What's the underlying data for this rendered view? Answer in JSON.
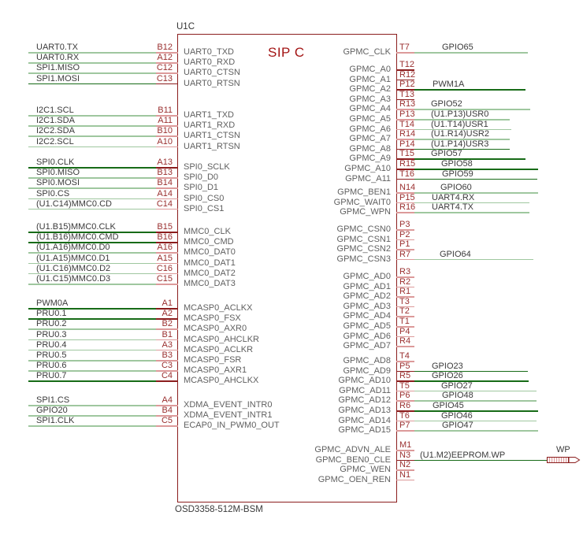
{
  "component": {
    "designator": "U1C",
    "gate_label": "SIP C",
    "part_number": "OSD3358-512M-BSM"
  },
  "offpage_flag": {
    "label": "WP"
  },
  "colors": {
    "symbol_outline": "#8b1d1d",
    "wire_light": "#9fc79f",
    "wire_dark": "#176b17",
    "stub_pale": "#dc9a9a",
    "stub_dark": "#8b1d1d",
    "pin_number_text": "#9a2f2f",
    "pin_name_text": "#5f5f5f",
    "net_label_text": "#3a3a3a",
    "gate_label_text": "#a31414"
  },
  "left_pin_groups": [
    {
      "pins": [
        {
          "name": "UART0_TXD",
          "number": "B12",
          "net": "UART0.TX"
        },
        {
          "name": "UART0_RXD",
          "number": "A12",
          "net": "UART0.RX"
        },
        {
          "name": "UART0_CTSN",
          "number": "C12",
          "net": "SPI1.MISO"
        },
        {
          "name": "UART0_RTSN",
          "number": "C13",
          "net": "SPI1.MOSI"
        }
      ]
    },
    {
      "pins": [
        {
          "name": "UART1_TXD",
          "number": "B11",
          "net": "I2C1.SCL"
        },
        {
          "name": "UART1_RXD",
          "number": "A11",
          "net": "I2C1.SDA"
        },
        {
          "name": "UART1_CTSN",
          "number": "B10",
          "net": "I2C2.SDA"
        },
        {
          "name": "UART1_RTSN",
          "number": "A10",
          "net": "I2C2.SCL"
        }
      ]
    },
    {
      "pins": [
        {
          "name": "SPI0_SCLK",
          "number": "A13",
          "net": "SPI0.CLK"
        },
        {
          "name": "SPI0_D0",
          "number": "B13",
          "net": "SPI0.MISO"
        },
        {
          "name": "SPI0_D1",
          "number": "B14",
          "net": "SPI0.MOSI"
        },
        {
          "name": "SPI0_CS0",
          "number": "A14",
          "net": "SPI0.CS"
        },
        {
          "name": "SPI0_CS1",
          "number": "C14",
          "net": "(U1.C14)MMC0.CD"
        }
      ]
    },
    {
      "pins": [
        {
          "name": "MMC0_CLK",
          "number": "B15",
          "net": "(U1.B15)MMC0.CLK"
        },
        {
          "name": "MMC0_CMD",
          "number": "B16",
          "net": "(U1.B16)MMC0.CMD"
        },
        {
          "name": "MMC0_DAT0",
          "number": "A16",
          "net": "(U1.A16)MMC0.D0"
        },
        {
          "name": "MMC0_DAT1",
          "number": "A15",
          "net": "(U1.A15)MMC0.D1"
        },
        {
          "name": "MMC0_DAT2",
          "number": "C16",
          "net": "(U1.C16)MMC0.D2"
        },
        {
          "name": "MMC0_DAT3",
          "number": "C15",
          "net": "(U1.C15)MMC0.D3"
        }
      ]
    },
    {
      "pins": [
        {
          "name": "MCASP0_ACLKX",
          "number": "A1",
          "net": "PWM0A"
        },
        {
          "name": "MCASP0_FSX",
          "number": "A2",
          "net": "PRU0.1"
        },
        {
          "name": "MCASP0_AXR0",
          "number": "B2",
          "net": "PRU0.2"
        },
        {
          "name": "MCASP0_AHCLKR",
          "number": "B1",
          "net": "PRU0.3"
        },
        {
          "name": "MCASP0_ACLKR",
          "number": "A3",
          "net": "PRU0.4"
        },
        {
          "name": "MCASP0_FSR",
          "number": "B3",
          "net": "PRU0.5"
        },
        {
          "name": "MCASP0_AXR1",
          "number": "C3",
          "net": "PRU0.6"
        },
        {
          "name": "MCASP0_AHCLKX",
          "number": "C4",
          "net": "PRU0.7"
        }
      ]
    },
    {
      "pins": [
        {
          "name": "XDMA_EVENT_INTR0",
          "number": "A4",
          "net": "SPI1.CS"
        },
        {
          "name": "XDMA_EVENT_INTR1",
          "number": "B4",
          "net": "GPIO20"
        },
        {
          "name": "ECAP0_IN_PWM0_OUT",
          "number": "C5",
          "net": "SPI1.CLK"
        }
      ]
    }
  ],
  "right_pin_groups": [
    {
      "pins": [
        {
          "name": "GPMC_CLK",
          "number": "T7",
          "net": "GPIO65"
        }
      ]
    },
    {
      "pins": [
        {
          "name": "GPMC_A0",
          "number": "T12",
          "net": null
        },
        {
          "name": "GPMC_A1",
          "number": "R12",
          "net": null
        },
        {
          "name": "GPMC_A2",
          "number": "P12",
          "net": "PWM1A"
        },
        {
          "name": "GPMC_A3",
          "number": "T13",
          "net": null
        },
        {
          "name": "GPMC_A4",
          "number": "R13",
          "net": "GPIO52"
        },
        {
          "name": "GPMC_A5",
          "number": "P13",
          "net": "(U1.P13)USR0"
        },
        {
          "name": "GPMC_A6",
          "number": "T14",
          "net": "(U1.T14)USR1"
        },
        {
          "name": "GPMC_A7",
          "number": "R14",
          "net": "(U1.R14)USR2"
        },
        {
          "name": "GPMC_A8",
          "number": "P14",
          "net": "(U1.P14)USR3"
        },
        {
          "name": "GPMC_A9",
          "number": "T15",
          "net": "GPIO57"
        },
        {
          "name": "GPMC_A10",
          "number": "R15",
          "net": "GPIO58"
        },
        {
          "name": "GPMC_A11",
          "number": "T16",
          "net": "GPIO59"
        }
      ]
    },
    {
      "pins": [
        {
          "name": "GPMC_BEN1",
          "number": "N14",
          "net": "GPIO60"
        },
        {
          "name": "GPMC_WAIT0",
          "number": "P15",
          "net": "UART4.RX"
        },
        {
          "name": "GPMC_WPN",
          "number": "R16",
          "net": "UART4.TX"
        }
      ]
    },
    {
      "pins": [
        {
          "name": "GPMC_CSN0",
          "number": "P3",
          "net": null
        },
        {
          "name": "GPMC_CSN1",
          "number": "P2",
          "net": null
        },
        {
          "name": "GPMC_CSN2",
          "number": "P1",
          "net": null
        },
        {
          "name": "GPMC_CSN3",
          "number": "R7",
          "net": "GPIO64"
        }
      ]
    },
    {
      "pins": [
        {
          "name": "GPMC_AD0",
          "number": "R3",
          "net": null
        },
        {
          "name": "GPMC_AD1",
          "number": "R2",
          "net": null
        },
        {
          "name": "GPMC_AD2",
          "number": "R1",
          "net": null
        },
        {
          "name": "GPMC_AD3",
          "number": "T3",
          "net": null
        },
        {
          "name": "GPMC_AD4",
          "number": "T2",
          "net": null
        },
        {
          "name": "GPMC_AD5",
          "number": "T1",
          "net": null
        },
        {
          "name": "GPMC_AD6",
          "number": "P4",
          "net": null
        },
        {
          "name": "GPMC_AD7",
          "number": "R4",
          "net": null
        }
      ]
    },
    {
      "pins": [
        {
          "name": "GPMC_AD8",
          "number": "T4",
          "net": null
        },
        {
          "name": "GPMC_AD9",
          "number": "P5",
          "net": "GPIO23"
        },
        {
          "name": "GPMC_AD10",
          "number": "R5",
          "net": "GPIO26"
        },
        {
          "name": "GPMC_AD11",
          "number": "T5",
          "net": "GPIO27"
        },
        {
          "name": "GPMC_AD12",
          "number": "P6",
          "net": "GPIO48"
        },
        {
          "name": "GPMC_AD13",
          "number": "R6",
          "net": "GPIO45"
        },
        {
          "name": "GPMC_AD14",
          "number": "T6",
          "net": "GPIO46"
        },
        {
          "name": "GPMC_AD15",
          "number": "P7",
          "net": "GPIO47"
        }
      ]
    },
    {
      "pins": [
        {
          "name": "GPMC_ADVN_ALE",
          "number": "M1",
          "net": null
        },
        {
          "name": "GPMC_BEN0_CLE",
          "number": "N3",
          "net": "(U1.M2)EEPROM.WP",
          "flag": "WP"
        },
        {
          "name": "GPMC_WEN",
          "number": "N2",
          "net": null
        },
        {
          "name": "GPMC_OEN_REN",
          "number": "N1",
          "net": null
        }
      ]
    }
  ]
}
